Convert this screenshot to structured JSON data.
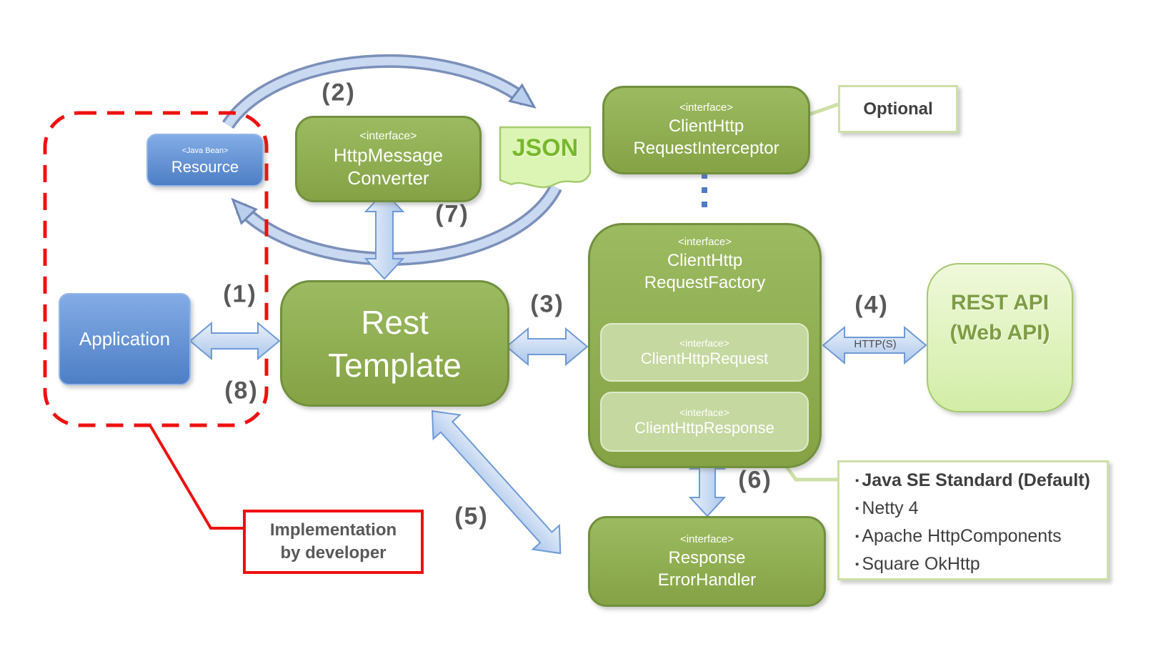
{
  "boxes": {
    "resource": {
      "stereotype": "<Java Bean>",
      "name": "Resource"
    },
    "application": {
      "name": "Application"
    },
    "http_message_converter": {
      "stereotype": "<interface>",
      "line1": "HttpMessage",
      "line2": "Converter"
    },
    "json_doc": {
      "label": "JSON"
    },
    "request_interceptor": {
      "stereotype": "<interface>",
      "line1": "ClientHttp",
      "line2": "RequestInterceptor"
    },
    "rest_template": {
      "line1": "Rest",
      "line2": "Template"
    },
    "request_factory": {
      "stereotype": "<interface>",
      "line1": "ClientHttp",
      "line2": "RequestFactory"
    },
    "client_http_request": {
      "stereotype": "<interface>",
      "name": "ClientHttpRequest"
    },
    "client_http_response": {
      "stereotype": "<interface>",
      "name": "ClientHttpResponse"
    },
    "rest_api": {
      "line1": "REST API",
      "line2": "(Web API)"
    },
    "response_error_handler": {
      "stereotype": "<interface>",
      "line1": "Response",
      "line2": "ErrorHandler"
    }
  },
  "steps": {
    "s1": "(1)",
    "s2": "(2)",
    "s3": "(3)",
    "s4": "(4)",
    "s5": "(5)",
    "s6": "(6)",
    "s7": "(7)",
    "s8": "(8)"
  },
  "labels": {
    "optional": "Optional",
    "implementation_line1": "Implementation",
    "implementation_line2": "by developer",
    "http_protocol": "HTTP(S)"
  },
  "factory_options": {
    "bullet": "▪",
    "items": [
      {
        "text": "Java SE Standard (Default)"
      },
      {
        "text": "Netty 4"
      },
      {
        "text": "Apache HttpComponents"
      },
      {
        "text": "Square OkHttp"
      }
    ]
  },
  "colors": {
    "green_box": "#8fae4f",
    "green_border": "#71903d",
    "light_green_box": "#c5d8a0",
    "blue_box": "#5d8bd0",
    "arrow_fill": "#cfdff5",
    "arrow_stroke": "#6e9ad6",
    "arc_edge": "#7b90ba",
    "red_accent": "#ef1010",
    "callout_border": "#cde0a8",
    "json_text": "#76b82a",
    "rest_api_text": "#7e9d44",
    "step_text": "#595959"
  }
}
